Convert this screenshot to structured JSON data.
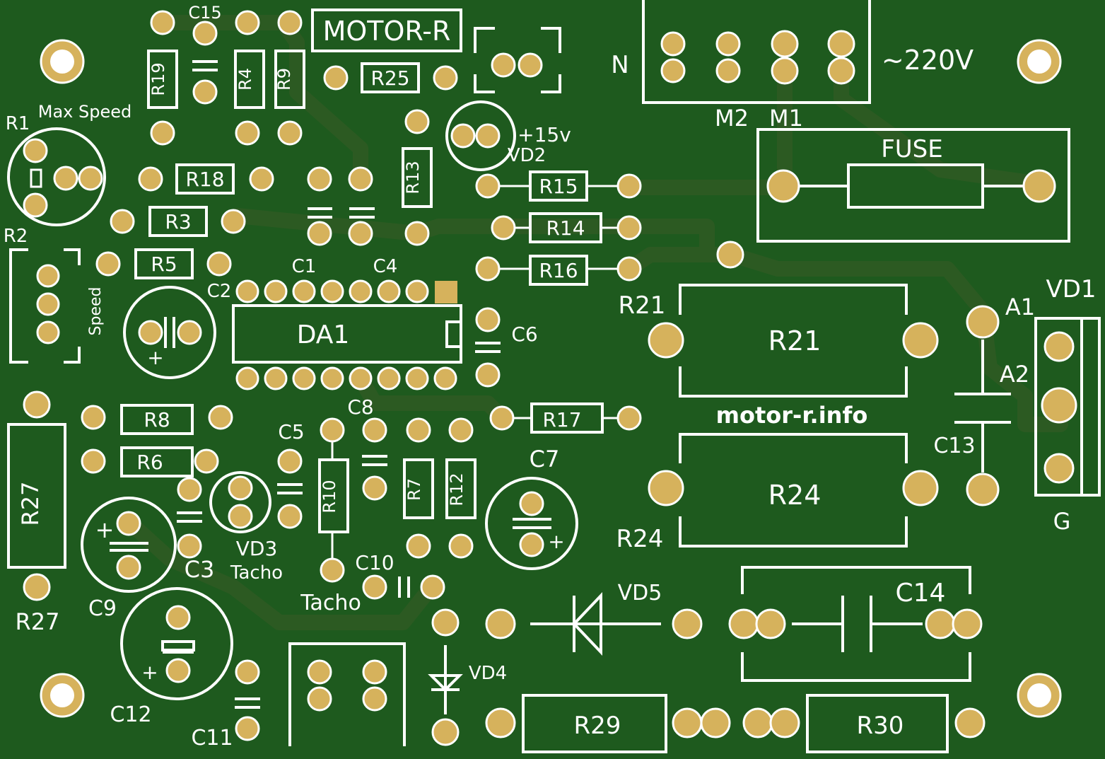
{
  "colors": {
    "board": "#1e5a1e",
    "trace": "#2c5a22",
    "pad": "#d6b25c",
    "silkscreen": "#ffffff"
  },
  "board": {
    "brand": "MOTOR-R",
    "website": "motor-r.info",
    "mains_label": "~220V"
  },
  "labels": {
    "r1": "R1",
    "max_speed": "Max Speed",
    "r2": "R2",
    "speed": "Speed",
    "c15": "C15",
    "r19": "R19",
    "r4": "R4",
    "r9": "R9",
    "r25": "R25",
    "r13": "R13",
    "r18": "R18",
    "r3": "R3",
    "r5": "R5",
    "c1": "C1",
    "c4": "C4",
    "c2": "C2",
    "da1": "DA1",
    "c6": "C6",
    "plus15v": "+15v",
    "vd2": "VD2",
    "r15": "R15",
    "r14": "R14",
    "r16": "R16",
    "r17": "R17",
    "n": "N",
    "m2": "M2",
    "m1": "M1",
    "fuse": "FUSE",
    "r21": "R21",
    "r21_body": "R21",
    "r24": "R24",
    "r24_body": "R24",
    "vd1": "VD1",
    "a1": "A1",
    "a2": "A2",
    "g": "G",
    "c13": "C13",
    "r27": "R27",
    "r27_body": "R27",
    "r8": "R8",
    "r6": "R6",
    "c8": "C8",
    "c5": "C5",
    "r10": "R10",
    "r7": "R7",
    "r12": "R12",
    "c7": "C7",
    "c3": "C3",
    "vd3": "VD3",
    "tacho": "Tacho",
    "tacho2": "Tacho",
    "c10": "C10",
    "c9": "C9",
    "vd5": "VD5",
    "c14": "C14",
    "vd4": "VD4",
    "c12": "C12",
    "c11": "C11",
    "r29": "R29",
    "r30": "R30",
    "plus": "+"
  }
}
